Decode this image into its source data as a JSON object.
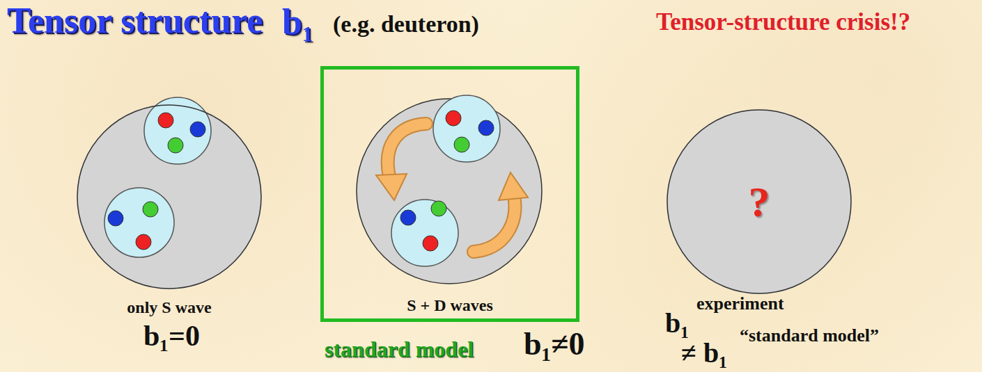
{
  "diagram": {
    "title": "Tensor structure",
    "nodes": [
      {
        "text": [
          "only S wave"
        ]
      },
      {
        "text": [
          "S + D waves"
        ]
      },
      {
        "text": [
          "?"
        ]
      }
    ],
    "labels": [
      "b₁",
      "(e.g. deuteron)",
      "Tensor-structure crisis!?",
      "b₁=0",
      "standard model",
      "b₁≠0",
      "b₁",
      "experiment",
      "≠ b₁",
      "“standard model”"
    ]
  }
}
